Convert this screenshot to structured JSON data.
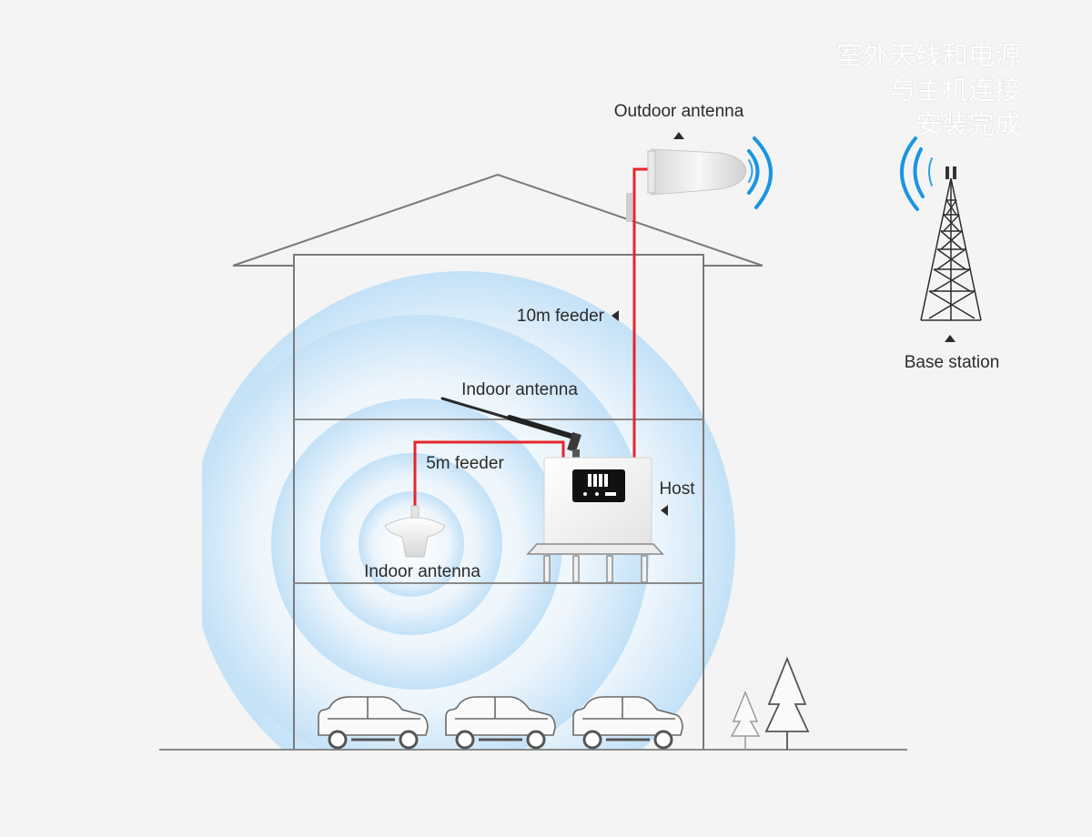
{
  "labels": {
    "outdoor_antenna": "Outdoor antenna",
    "base_station": "Base station",
    "feeder_10m": "10m feeder",
    "indoor_antenna_top": "Indoor antenna",
    "feeder_5m": "5m feeder",
    "host": "Host",
    "indoor_antenna_bottom": "Indoor antenna"
  },
  "watermark": {
    "line1": "室外天线和电源",
    "line2": "与主机连接",
    "line3": "安装完成"
  },
  "colors": {
    "background": "#f4f4f4",
    "feeder_cable": "#e6262b",
    "signal_wave": "#1a95e2",
    "coverage_glow": "#bfe0f6"
  }
}
